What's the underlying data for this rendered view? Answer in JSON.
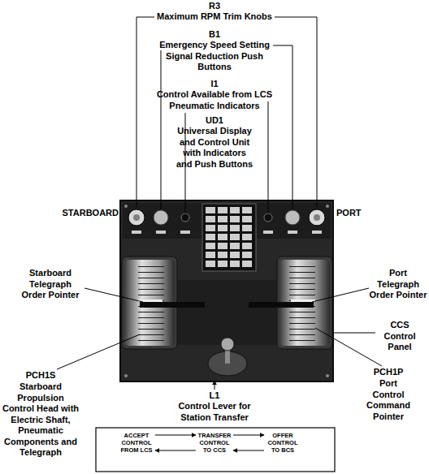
{
  "diagram": {
    "nodes": [
      {
        "text": [
          "ACCEPT CONTROL FROM LCS"
        ]
      },
      {
        "text": [
          "TRANSFER CONTROL TO CCS"
        ]
      },
      {
        "text": [
          "OFFER CONTROL TO BCS"
        ]
      }
    ],
    "edges": [
      {
        "from": 0,
        "to": 1,
        "arrow": "to"
      },
      {
        "from": 1,
        "to": 2,
        "arrow": "to"
      },
      {
        "from": 2,
        "to": 1,
        "arrow": "to"
      },
      {
        "from": 1,
        "to": 0,
        "arrow": "to"
      }
    ],
    "labels": [
      "R3",
      "Maximum RPM Trim Knobs",
      "B1",
      "Emergency Speed Setting Signal Reduction Push Buttons",
      "I1",
      "Control Available from LCS Pneumatic Indicators",
      "UD1",
      "Universal Display and Control Unit with Indicators and Push Buttons",
      "STARBOARD",
      "PORT",
      "Starboard Telegraph Order Pointer",
      "Port Telegraph Order Pointer",
      "CCS Control Panel",
      "PCH1S",
      "Starboard Propulsion Control Head with Electric Shaft, Pneumatic Components and Telegraph",
      "L1",
      "Control Lever for Station Transfer",
      "PCH1P",
      "Port Control Command Pointer"
    ]
  }
}
